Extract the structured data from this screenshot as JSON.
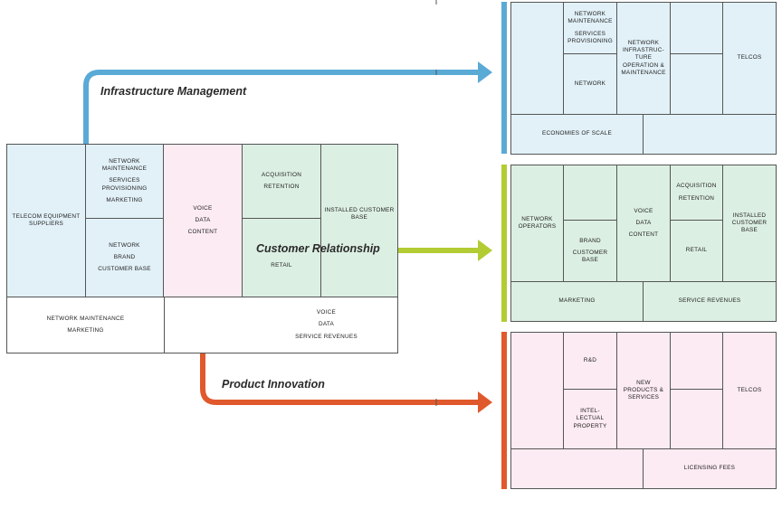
{
  "colors": {
    "blue": "#5aaad6",
    "green": "#b3cc34",
    "orange": "#e0592c",
    "blue_fill": "#e2f1f8",
    "pink_fill": "#fcebf2",
    "green_fill": "#dcefe3"
  },
  "labels": {
    "infrastructure": "Infrastructure Management",
    "customer": "Customer Relationship",
    "product": "Product Innovation"
  },
  "main": {
    "suppliers": "TELECOM EQUIPMENT SUPPLIERS",
    "nm": "NETWORK MAINTENANCE",
    "sp": "SERVICES PROVISIONING",
    "marketing": "MARKETING",
    "network": "NETWORK",
    "brand": "BRAND",
    "cust_base": "CUSTOMER BASE",
    "voice": "VOICE",
    "data": "DATA",
    "content": "CONTENT",
    "acquisition": "ACQUISITION",
    "retention": "RETENTION",
    "retail": "RETAIL",
    "installed": "INSTALLED CUSTOMER BASE",
    "cost_nm": "NETWORK MAINTENANCE",
    "cost_mk": "MARKETING",
    "rev_voice": "VOICE",
    "rev_data": "DATA",
    "rev_sr": "SERVICE REVENUES"
  },
  "infra": {
    "nm": "NETWORK MAINTENANCE",
    "sp": "SERVICES PROVISIONING",
    "network": "NETWORK",
    "nio": "NETWORK INFRASTRUC-TURE OPERATION & MAINTENANCE",
    "telcos": "TELCOS",
    "eos": "ECONOMIES OF SCALE"
  },
  "customer": {
    "operators": "NETWORK OPERATORS",
    "brand": "BRAND",
    "cust_base": "CUSTOMER BASE",
    "voice": "VOICE",
    "data": "DATA",
    "content": "CONTENT",
    "acquisition": "ACQUISITION",
    "retention": "RETENTION",
    "retail": "RETAIL",
    "installed": "INSTALLED CUSTOMER BASE",
    "marketing": "MARKETING",
    "revenues": "SERVICE REVENUES"
  },
  "product": {
    "rd": "R&D",
    "ip": "INTEL-LECTUAL PROPERTY",
    "nps": "NEW PRODUCTS & SERVICES",
    "telcos": "TELCOS",
    "fees": "LICENSING FEES"
  }
}
